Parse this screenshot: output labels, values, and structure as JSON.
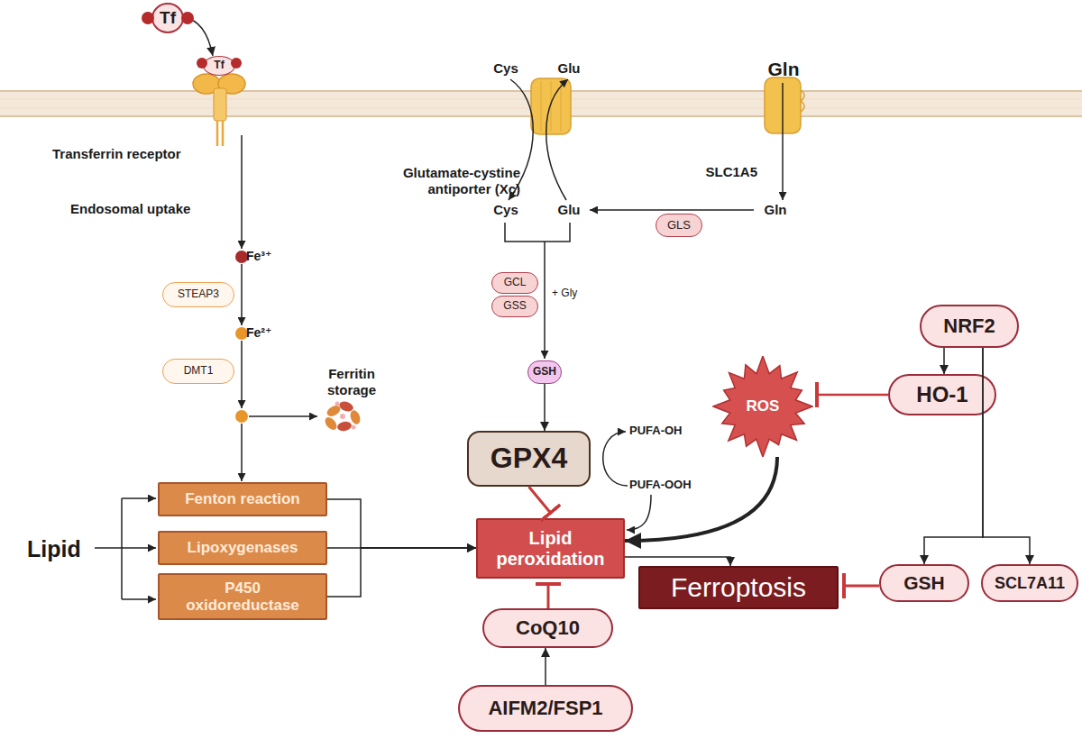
{
  "diagram": {
    "nodes": [
      {
        "text": [
          "Tf"
        ]
      },
      {
        "text": [
          "Tf"
        ]
      },
      {
        "text": [
          "STEAP3"
        ]
      },
      {
        "text": [
          "DMT1"
        ]
      },
      {
        "text": [
          "GCL"
        ]
      },
      {
        "text": [
          "GSS"
        ]
      },
      {
        "text": [
          "GLS"
        ]
      },
      {
        "text": [
          "GSH"
        ]
      },
      {
        "text": [
          "NRF2"
        ]
      },
      {
        "text": [
          "ROS"
        ]
      },
      {
        "text": [
          "HO-1"
        ]
      },
      {
        "text": [
          "GPX4"
        ]
      },
      {
        "text": [
          "Fenton reaction"
        ]
      },
      {
        "text": [
          "Lipoxygenases"
        ]
      },
      {
        "text": [
          "P450 oxidoreductase"
        ]
      },
      {
        "text": [
          "Lipid peroxidation"
        ]
      },
      {
        "text": [
          "Ferroptosis"
        ]
      },
      {
        "text": [
          "GSH"
        ]
      },
      {
        "text": [
          "SCL7A11"
        ]
      },
      {
        "text": [
          "CoQ10"
        ]
      },
      {
        "text": [
          "AIFM2/FSP1"
        ]
      }
    ],
    "edges": [
      {
        "from": 0,
        "to": 1,
        "arrow": "to"
      },
      {
        "from": 7,
        "to": 11,
        "arrow": "to"
      },
      {
        "from": 11,
        "to": 15,
        "arrow": "to"
      },
      {
        "from": 12,
        "to": 15,
        "arrow": "to"
      },
      {
        "from": 13,
        "to": 15,
        "arrow": "to"
      },
      {
        "from": 14,
        "to": 15,
        "arrow": "to"
      },
      {
        "from": 8,
        "to": 10,
        "arrow": "to"
      },
      {
        "from": 10,
        "to": 9,
        "arrow": "to"
      },
      {
        "from": 9,
        "to": 15,
        "arrow": "to"
      },
      {
        "from": 15,
        "to": 16,
        "arrow": "to"
      },
      {
        "from": 8,
        "to": 17,
        "arrow": "to"
      },
      {
        "from": 8,
        "to": 18,
        "arrow": "to"
      },
      {
        "from": 17,
        "to": 16,
        "arrow": "to"
      },
      {
        "from": 19,
        "to": 15,
        "arrow": "to"
      },
      {
        "from": 20,
        "to": 19,
        "arrow": "to"
      }
    ],
    "labels": [
      "Transferrin receptor",
      "Endosomal uptake",
      "Fe³⁺",
      "Fe²⁺",
      "Ferritin storage",
      "Cys",
      "Glu",
      "Glutamate-cystine antiporter (Xc)",
      "Gln",
      "SLC1A5",
      "Cys",
      "Glu",
      "Gln",
      "+ Gly",
      "PUFA-OH",
      "PUFA-OOH",
      "Lipid"
    ]
  }
}
